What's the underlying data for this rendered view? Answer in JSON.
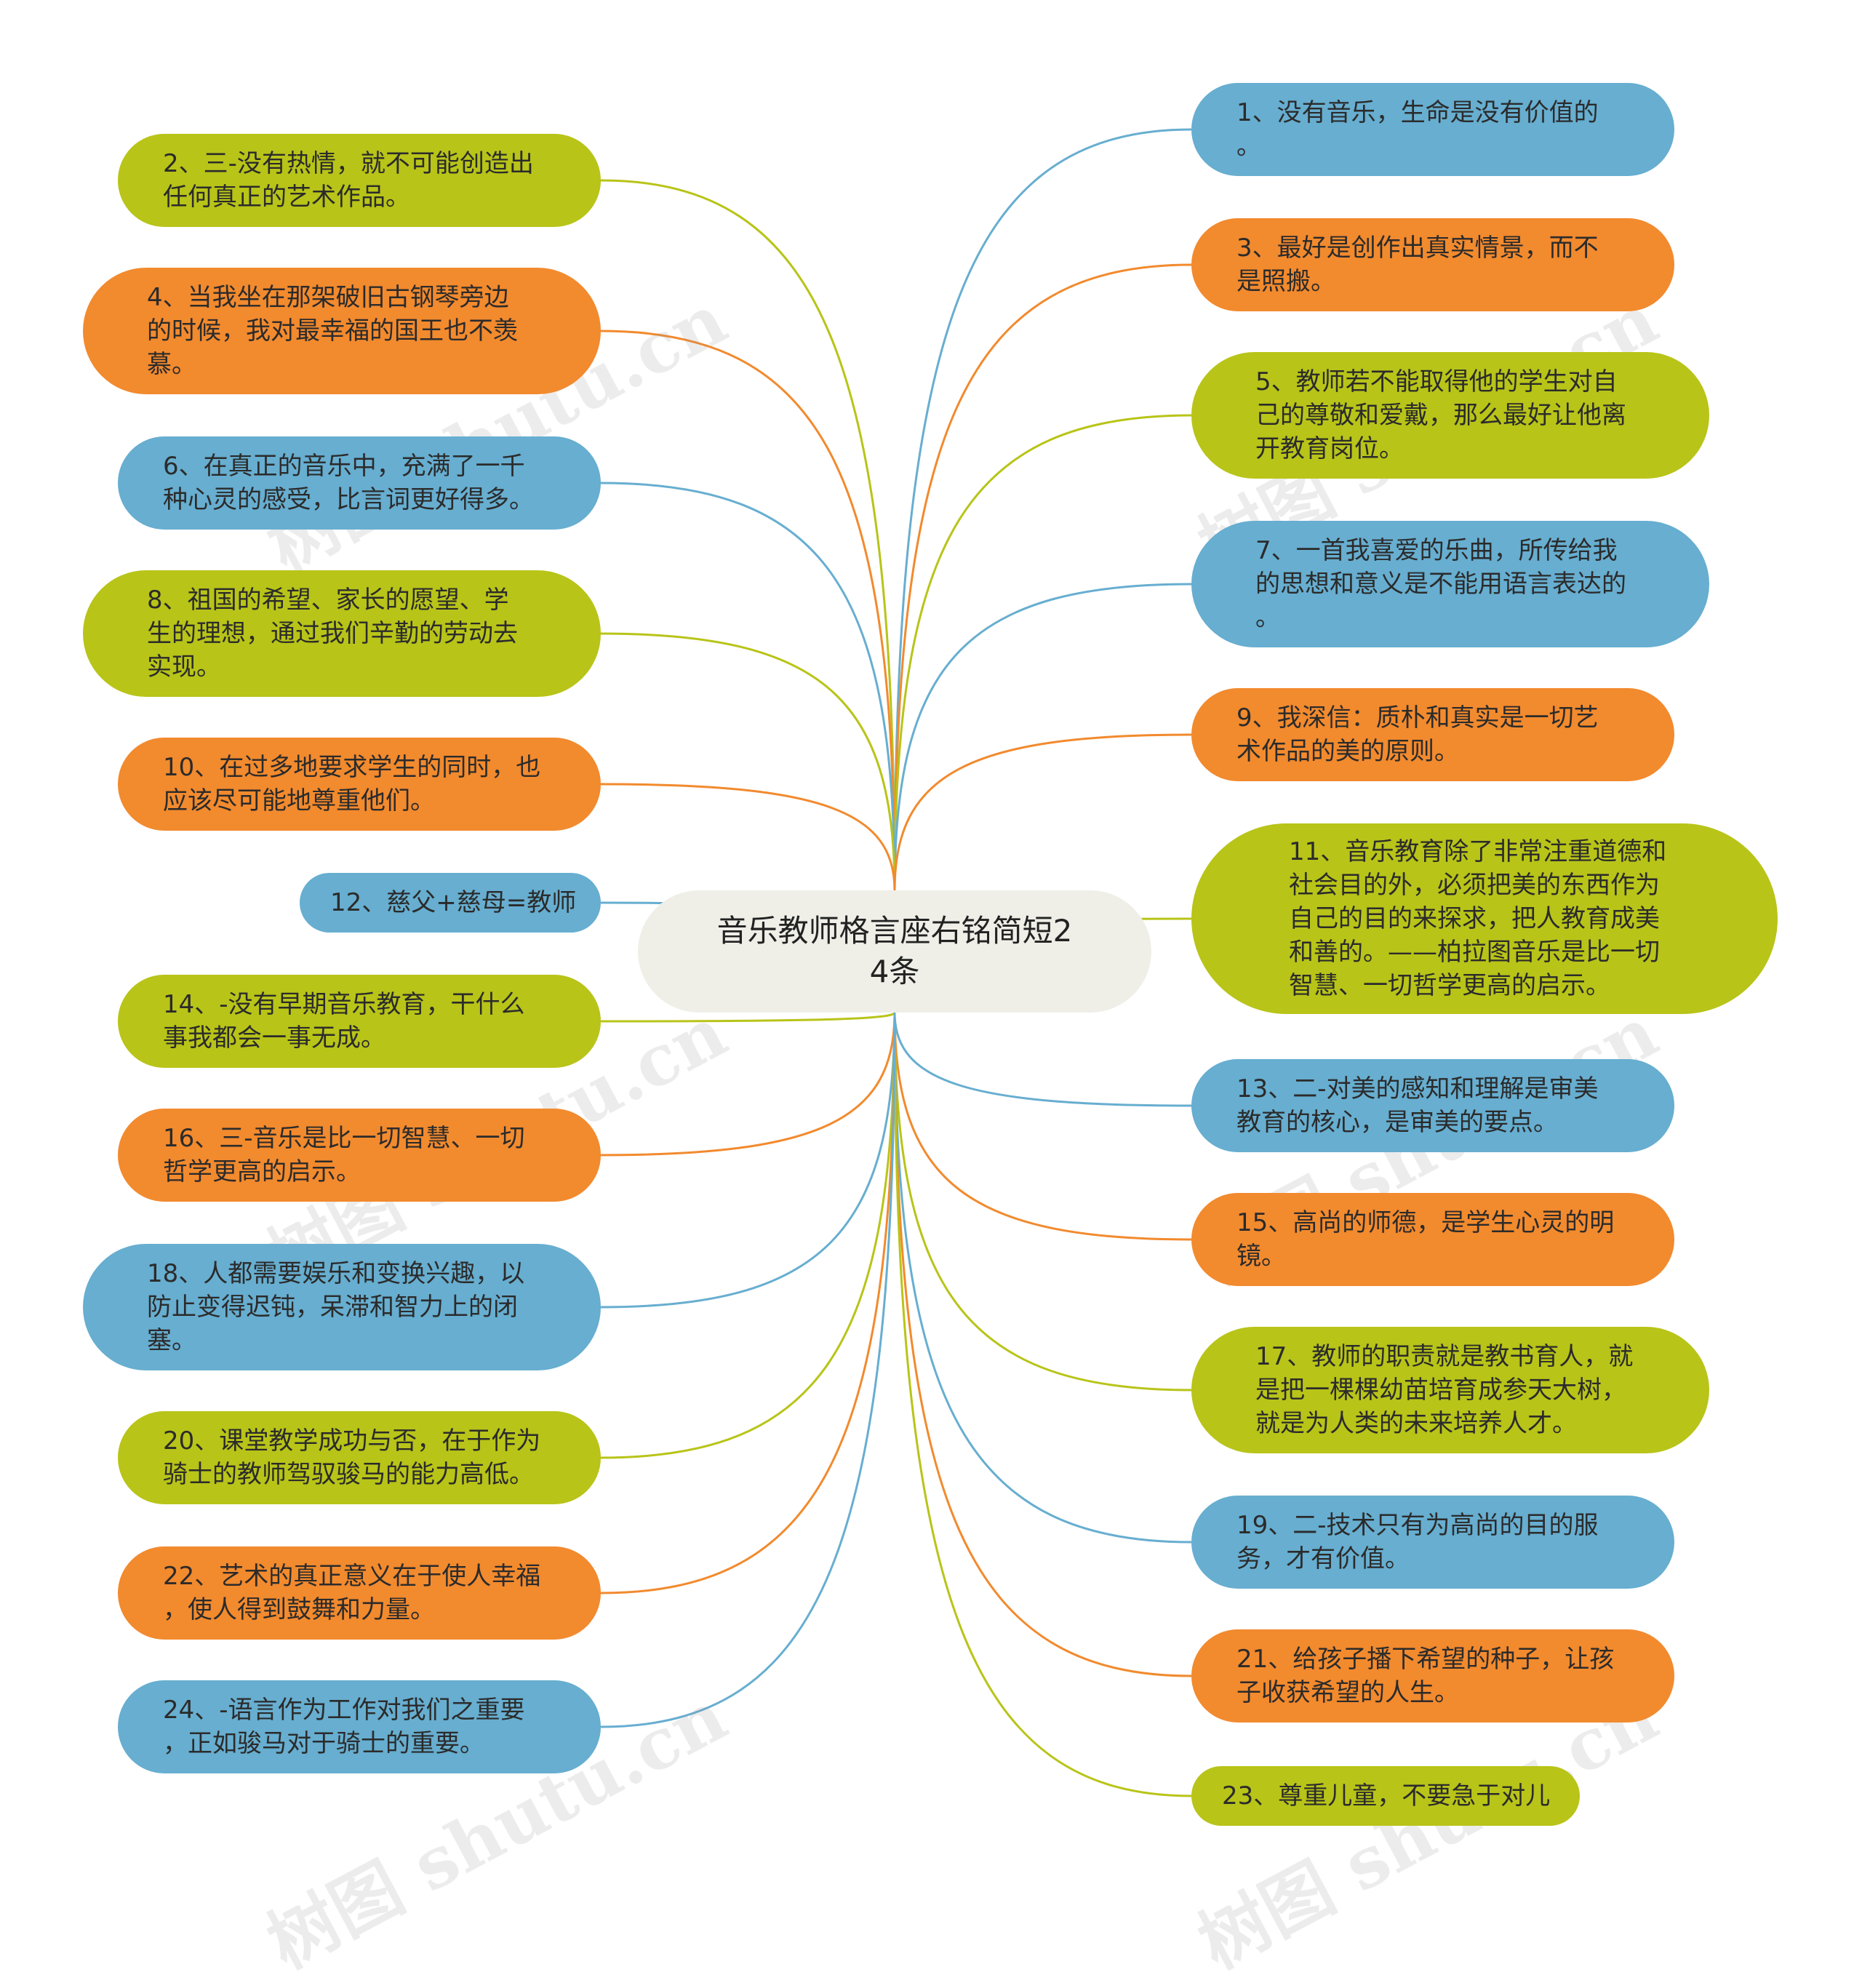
{
  "root": {
    "text": "音乐教师格言座右铭简短2\n4条",
    "color": "#efefe8"
  },
  "colors": {
    "green": "#b8c418",
    "orange": "#f28a2e",
    "blue": "#67aed0"
  },
  "nodes": [
    {
      "id": 1,
      "text": "1、没有音乐，生命是没有价值的\n。",
      "color": "blue",
      "side": "right"
    },
    {
      "id": 2,
      "text": "2、三-没有热情，就不可能创造出\n任何真正的艺术作品。",
      "color": "green",
      "side": "left"
    },
    {
      "id": 3,
      "text": "3、最好是创作出真实情景，而不\n是照搬。",
      "color": "orange",
      "side": "right"
    },
    {
      "id": 4,
      "text": "4、当我坐在那架破旧古钢琴旁边\n的时候，我对最幸福的国王也不羡\n慕。",
      "color": "orange",
      "side": "left"
    },
    {
      "id": 5,
      "text": "5、教师若不能取得他的学生对自\n己的尊敬和爱戴，那么最好让他离\n开教育岗位。",
      "color": "green",
      "side": "right"
    },
    {
      "id": 6,
      "text": "6、在真正的音乐中，充满了一千\n种心灵的感受，比言词更好得多。",
      "color": "blue",
      "side": "left"
    },
    {
      "id": 7,
      "text": "7、一首我喜爱的乐曲，所传给我\n的思想和意义是不能用语言表达的\n。",
      "color": "blue",
      "side": "right"
    },
    {
      "id": 8,
      "text": "8、祖国的希望、家长的愿望、学\n生的理想，通过我们辛勤的劳动去\n实现。",
      "color": "green",
      "side": "left"
    },
    {
      "id": 9,
      "text": "9、我深信：质朴和真实是一切艺\n术作品的美的原则。",
      "color": "orange",
      "side": "right"
    },
    {
      "id": 10,
      "text": "10、在过多地要求学生的同时，也\n应该尽可能地尊重他们。",
      "color": "orange",
      "side": "left"
    },
    {
      "id": 11,
      "text": "11、音乐教育除了非常注重道德和\n社会目的外，必须把美的东西作为\n自己的目的来探求，把人教育成美\n和善的。——柏拉图音乐是比一切\n智慧、一切哲学更高的启示。",
      "color": "green",
      "side": "right"
    },
    {
      "id": 12,
      "text": "12、慈父+慈母=教师",
      "color": "blue",
      "side": "left"
    },
    {
      "id": 13,
      "text": "13、二-对美的感知和理解是审美\n教育的核心，是审美的要点。",
      "color": "blue",
      "side": "right"
    },
    {
      "id": 14,
      "text": "14、-没有早期音乐教育，干什么\n事我都会一事无成。",
      "color": "green",
      "side": "left"
    },
    {
      "id": 15,
      "text": "15、高尚的师德，是学生心灵的明\n镜。",
      "color": "orange",
      "side": "right"
    },
    {
      "id": 16,
      "text": "16、三-音乐是比一切智慧、一切\n哲学更高的启示。",
      "color": "orange",
      "side": "left"
    },
    {
      "id": 17,
      "text": "17、教师的职责就是教书育人，就\n是把一棵棵幼苗培育成参天大树，\n就是为人类的未来培养人才。",
      "color": "green",
      "side": "right"
    },
    {
      "id": 18,
      "text": "18、人都需要娱乐和变换兴趣，以\n防止变得迟钝，呆滞和智力上的闭\n塞。",
      "color": "blue",
      "side": "left"
    },
    {
      "id": 19,
      "text": "19、二-技术只有为高尚的目的服\n务，才有价值。",
      "color": "blue",
      "side": "right"
    },
    {
      "id": 20,
      "text": "20、课堂教学成功与否，在于作为\n骑士的教师驾驭骏马的能力高低。",
      "color": "green",
      "side": "left"
    },
    {
      "id": 21,
      "text": "21、给孩子播下希望的种子，让孩\n子收获希望的人生。",
      "color": "orange",
      "side": "right"
    },
    {
      "id": 22,
      "text": "22、艺术的真正意义在于使人幸福\n，使人得到鼓舞和力量。",
      "color": "orange",
      "side": "left"
    },
    {
      "id": 23,
      "text": "23、尊重儿童，不要急于对儿",
      "color": "green",
      "side": "right"
    },
    {
      "id": 24,
      "text": "24、-语言作为工作对我们之重要\n，正如骏马对于骑士的重要。",
      "color": "blue",
      "side": "left"
    }
  ],
  "watermark": "树图 shutu.cn"
}
